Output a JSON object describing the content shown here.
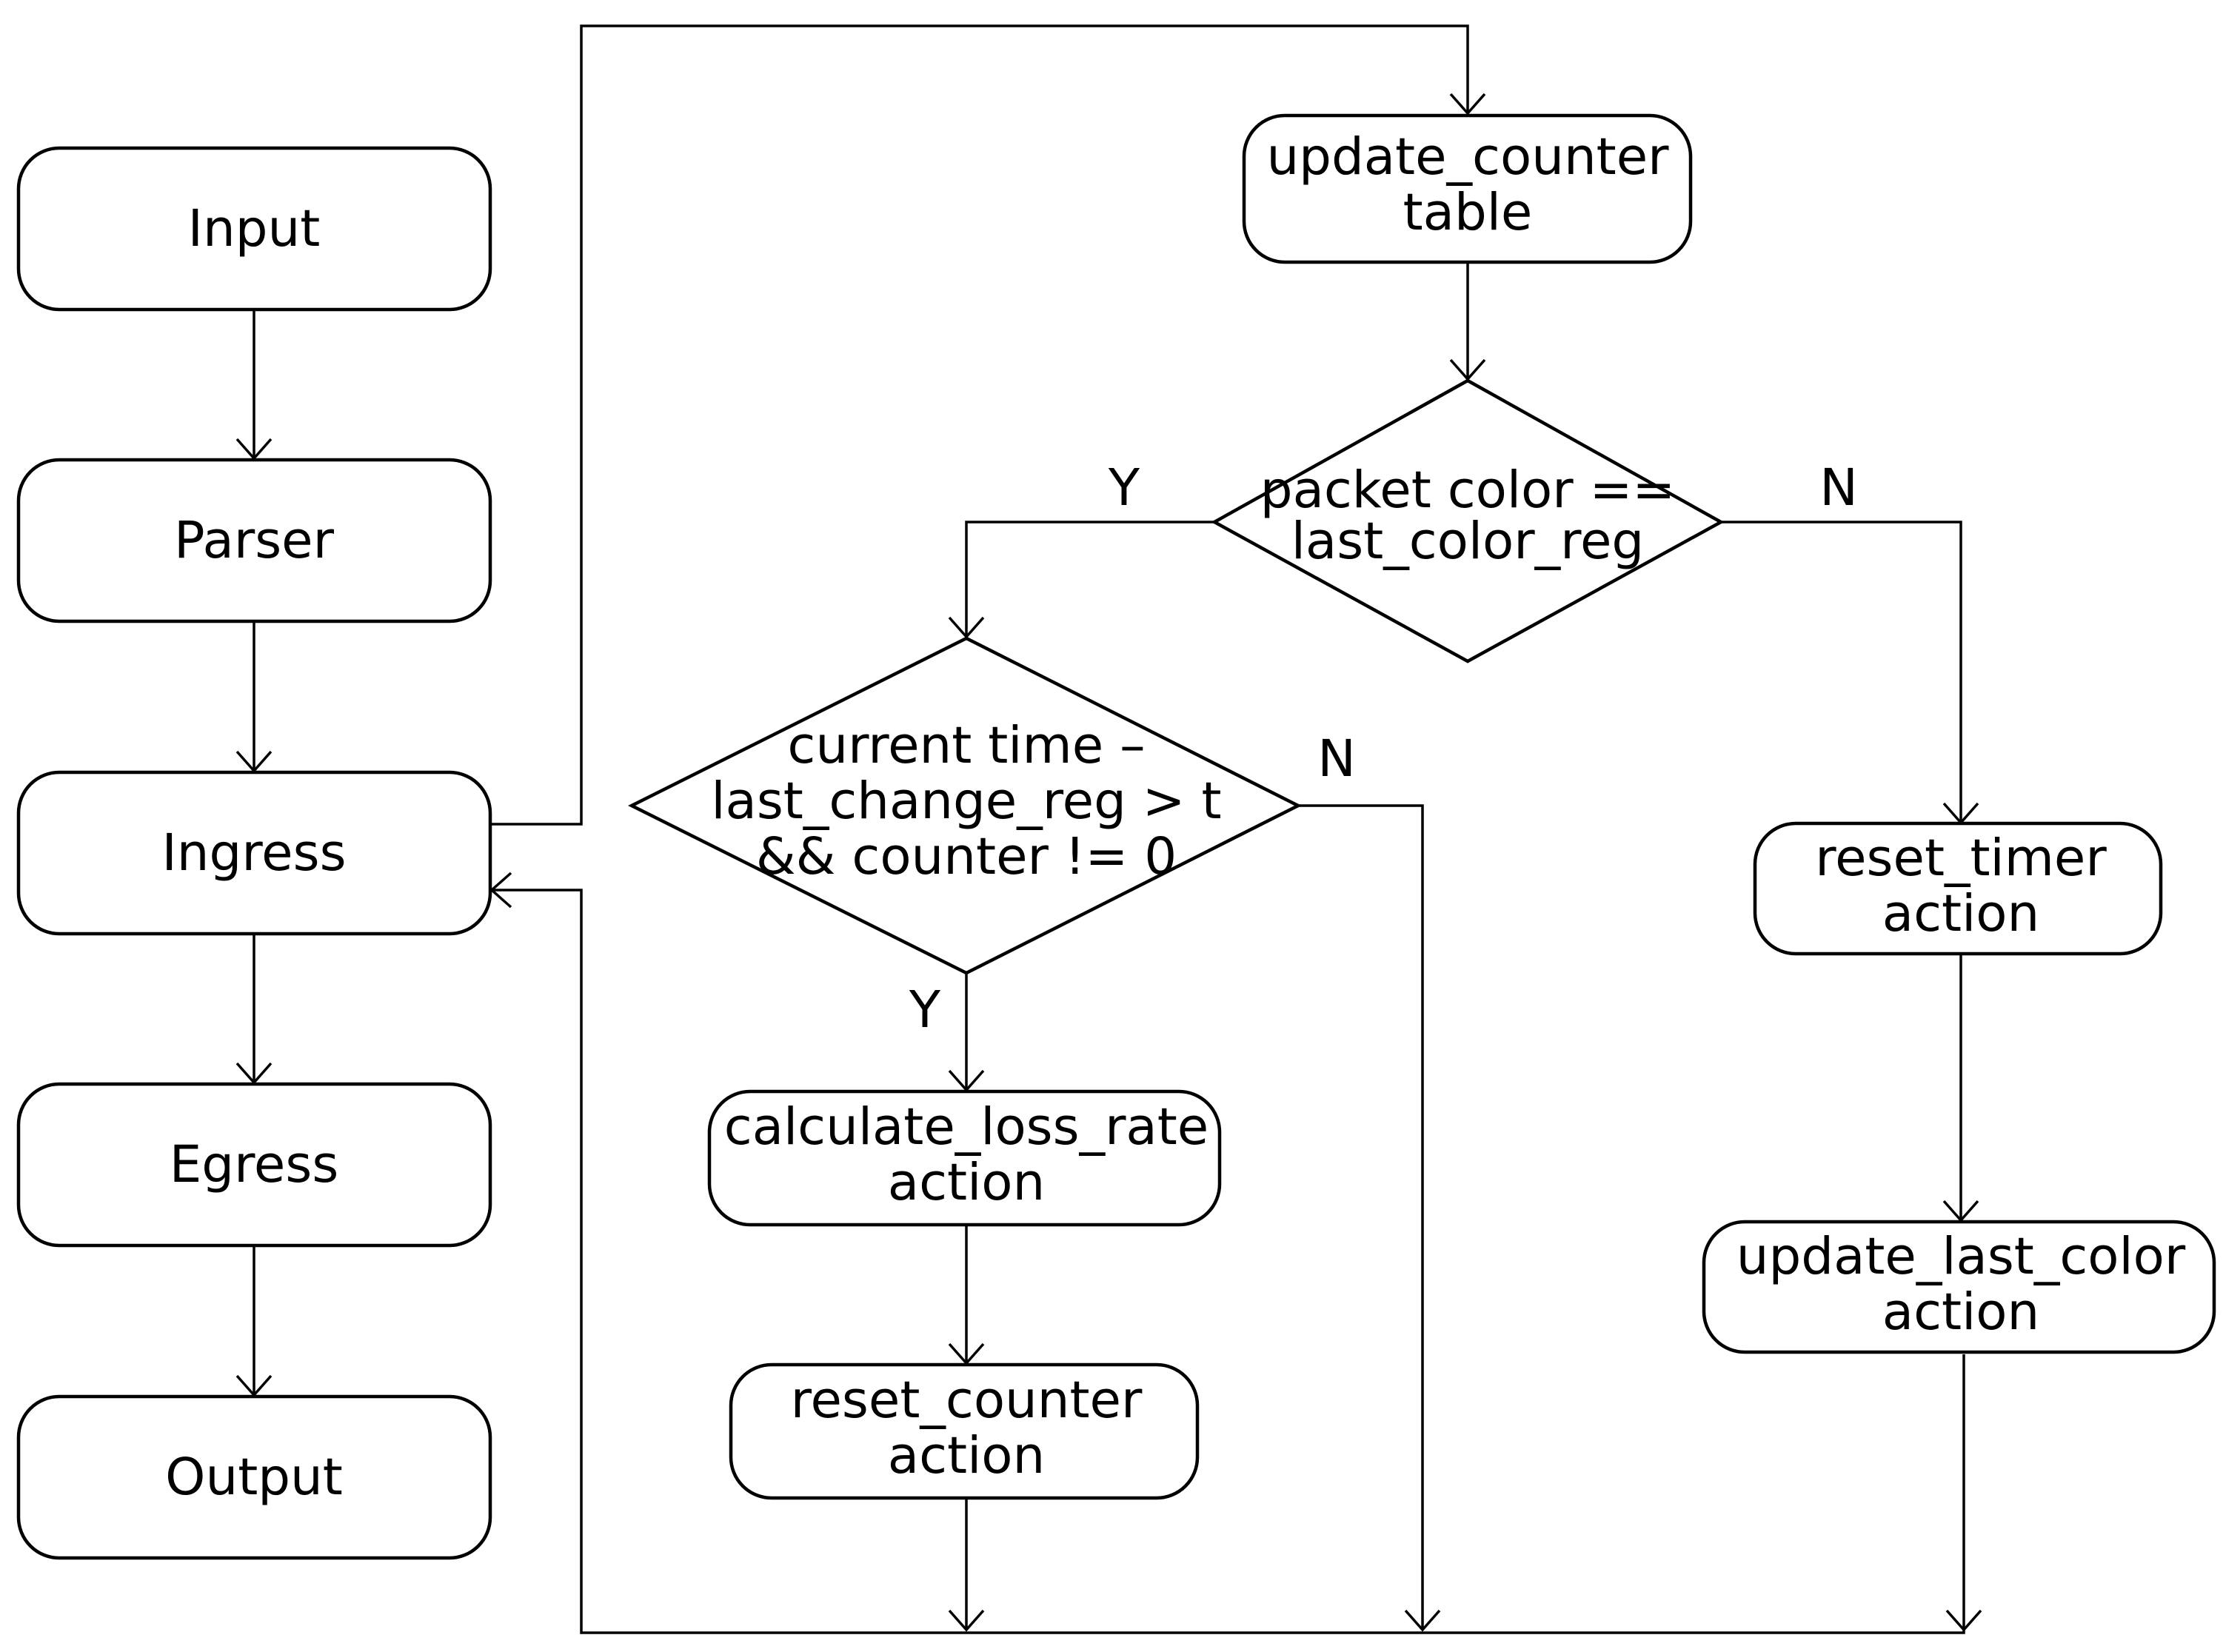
{
  "pipeline": {
    "input": "Input",
    "parser": "Parser",
    "ingress": "Ingress",
    "egress": "Egress",
    "output": "Output"
  },
  "flow": {
    "update_counter": [
      "update_counter",
      "table"
    ],
    "color_check": [
      "packet color ==",
      "last_color_reg"
    ],
    "time_check": [
      "current time –",
      "last_change_reg > t",
      "&& counter != 0"
    ],
    "calculate_loss_rate": [
      "calculate_loss_rate",
      "action"
    ],
    "reset_counter": [
      "reset_counter",
      "action"
    ],
    "reset_timer": [
      "reset_timer",
      "action"
    ],
    "update_last_color": [
      "update_last_color",
      "action"
    ]
  },
  "edge_labels": {
    "color_yes": "Y",
    "color_no": "N",
    "time_yes": "Y",
    "time_no": "N"
  }
}
